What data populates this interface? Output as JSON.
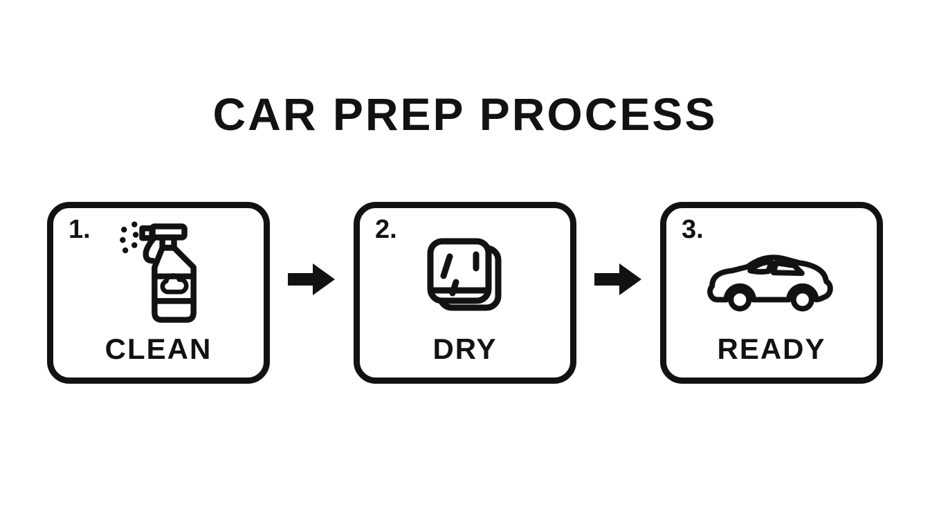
{
  "title": "CAR PREP PROCESS",
  "colors": {
    "ink": "#121212",
    "background": "#ffffff"
  },
  "steps": [
    {
      "number": "1.",
      "label": "CLEAN",
      "icon": "spray-bottle-icon"
    },
    {
      "number": "2.",
      "label": "DRY",
      "icon": "towel-icon"
    },
    {
      "number": "3.",
      "label": "READY",
      "icon": "car-icon"
    }
  ],
  "connector": {
    "icon": "arrow-right-icon"
  }
}
